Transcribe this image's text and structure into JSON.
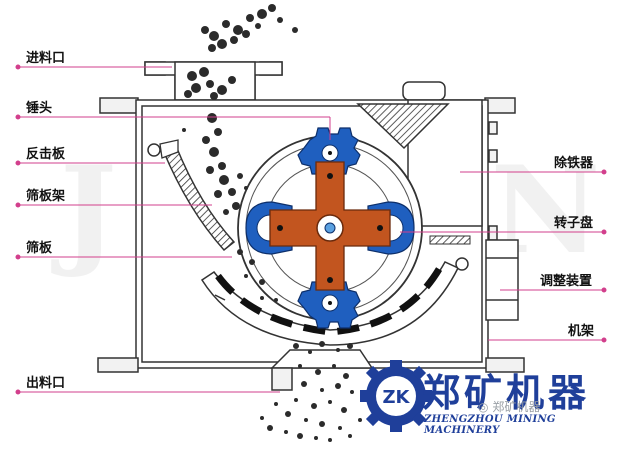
{
  "labels": {
    "feed_inlet": "进料口",
    "hammer": "锤头",
    "impact_plate": "反击板",
    "screen_frame": "筛板架",
    "screen_plate": "筛板",
    "discharge": "出料口",
    "iron_remover": "除铁器",
    "rotor_disc": "转子盘",
    "adjuster": "调整装置",
    "frame": "机架"
  },
  "brand": {
    "name_cn": "郑矿机器",
    "name_en": "ZHENGZHOU MINING MACHINERY",
    "logo_text": "ZK",
    "wechat": "郑矿机器"
  },
  "watermark": "JUXIN",
  "colors": {
    "label_line": "#d23f8c",
    "blue": "#1f5fbf",
    "orange": "#c2551f",
    "logo_blue": "#1f3f9a"
  }
}
